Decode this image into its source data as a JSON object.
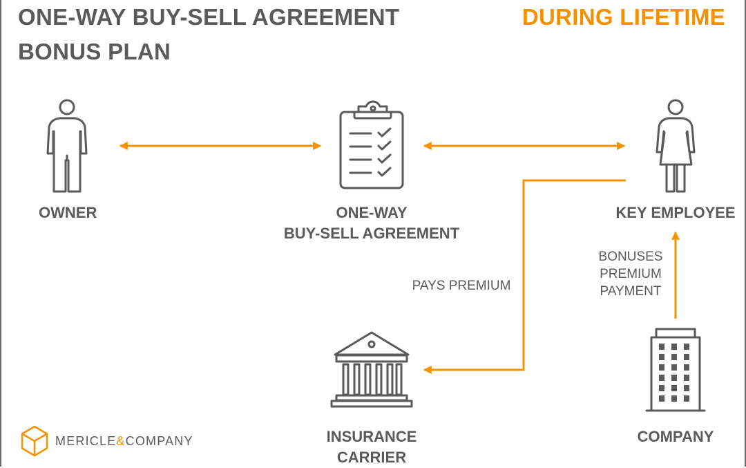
{
  "header": {
    "title_line1": "ONE-WAY BUY-SELL AGREEMENT",
    "title_line2": "BONUS PLAN",
    "phase": "DURING LIFETIME"
  },
  "nodes": {
    "owner": {
      "label": "OWNER",
      "icon": "man-icon"
    },
    "agreement": {
      "label_line1": "ONE-WAY",
      "label_line2": "BUY-SELL AGREEMENT",
      "icon": "clipboard-checklist-icon"
    },
    "key_employee": {
      "label": "KEY EMPLOYEE",
      "icon": "woman-icon"
    },
    "insurance_carrier": {
      "label_line1": "INSURANCE",
      "label_line2": "CARRIER",
      "icon": "bank-building-icon"
    },
    "company": {
      "label": "COMPANY",
      "icon": "office-building-icon"
    }
  },
  "edges": [
    {
      "from": "owner",
      "to": "agreement",
      "direction": "both",
      "label": ""
    },
    {
      "from": "agreement",
      "to": "key_employee",
      "direction": "both",
      "label": ""
    },
    {
      "from": "key_employee",
      "to": "insurance_carrier",
      "direction": "forward",
      "label": "PAYS PREMIUM"
    },
    {
      "from": "company",
      "to": "key_employee",
      "direction": "forward",
      "label_lines": [
        "BONUSES",
        "PREMIUM",
        "PAYMENT"
      ]
    }
  ],
  "logo": {
    "name_part1": "MERICLE",
    "ampersand": "&",
    "name_part2": "COMPANY",
    "icon": "hexagon-cube-logo-icon"
  },
  "colors": {
    "accent": "#F39200",
    "text": "#5a5a5a",
    "icon_stroke": "#5a5a5a",
    "frame": "#6b6b6b"
  }
}
